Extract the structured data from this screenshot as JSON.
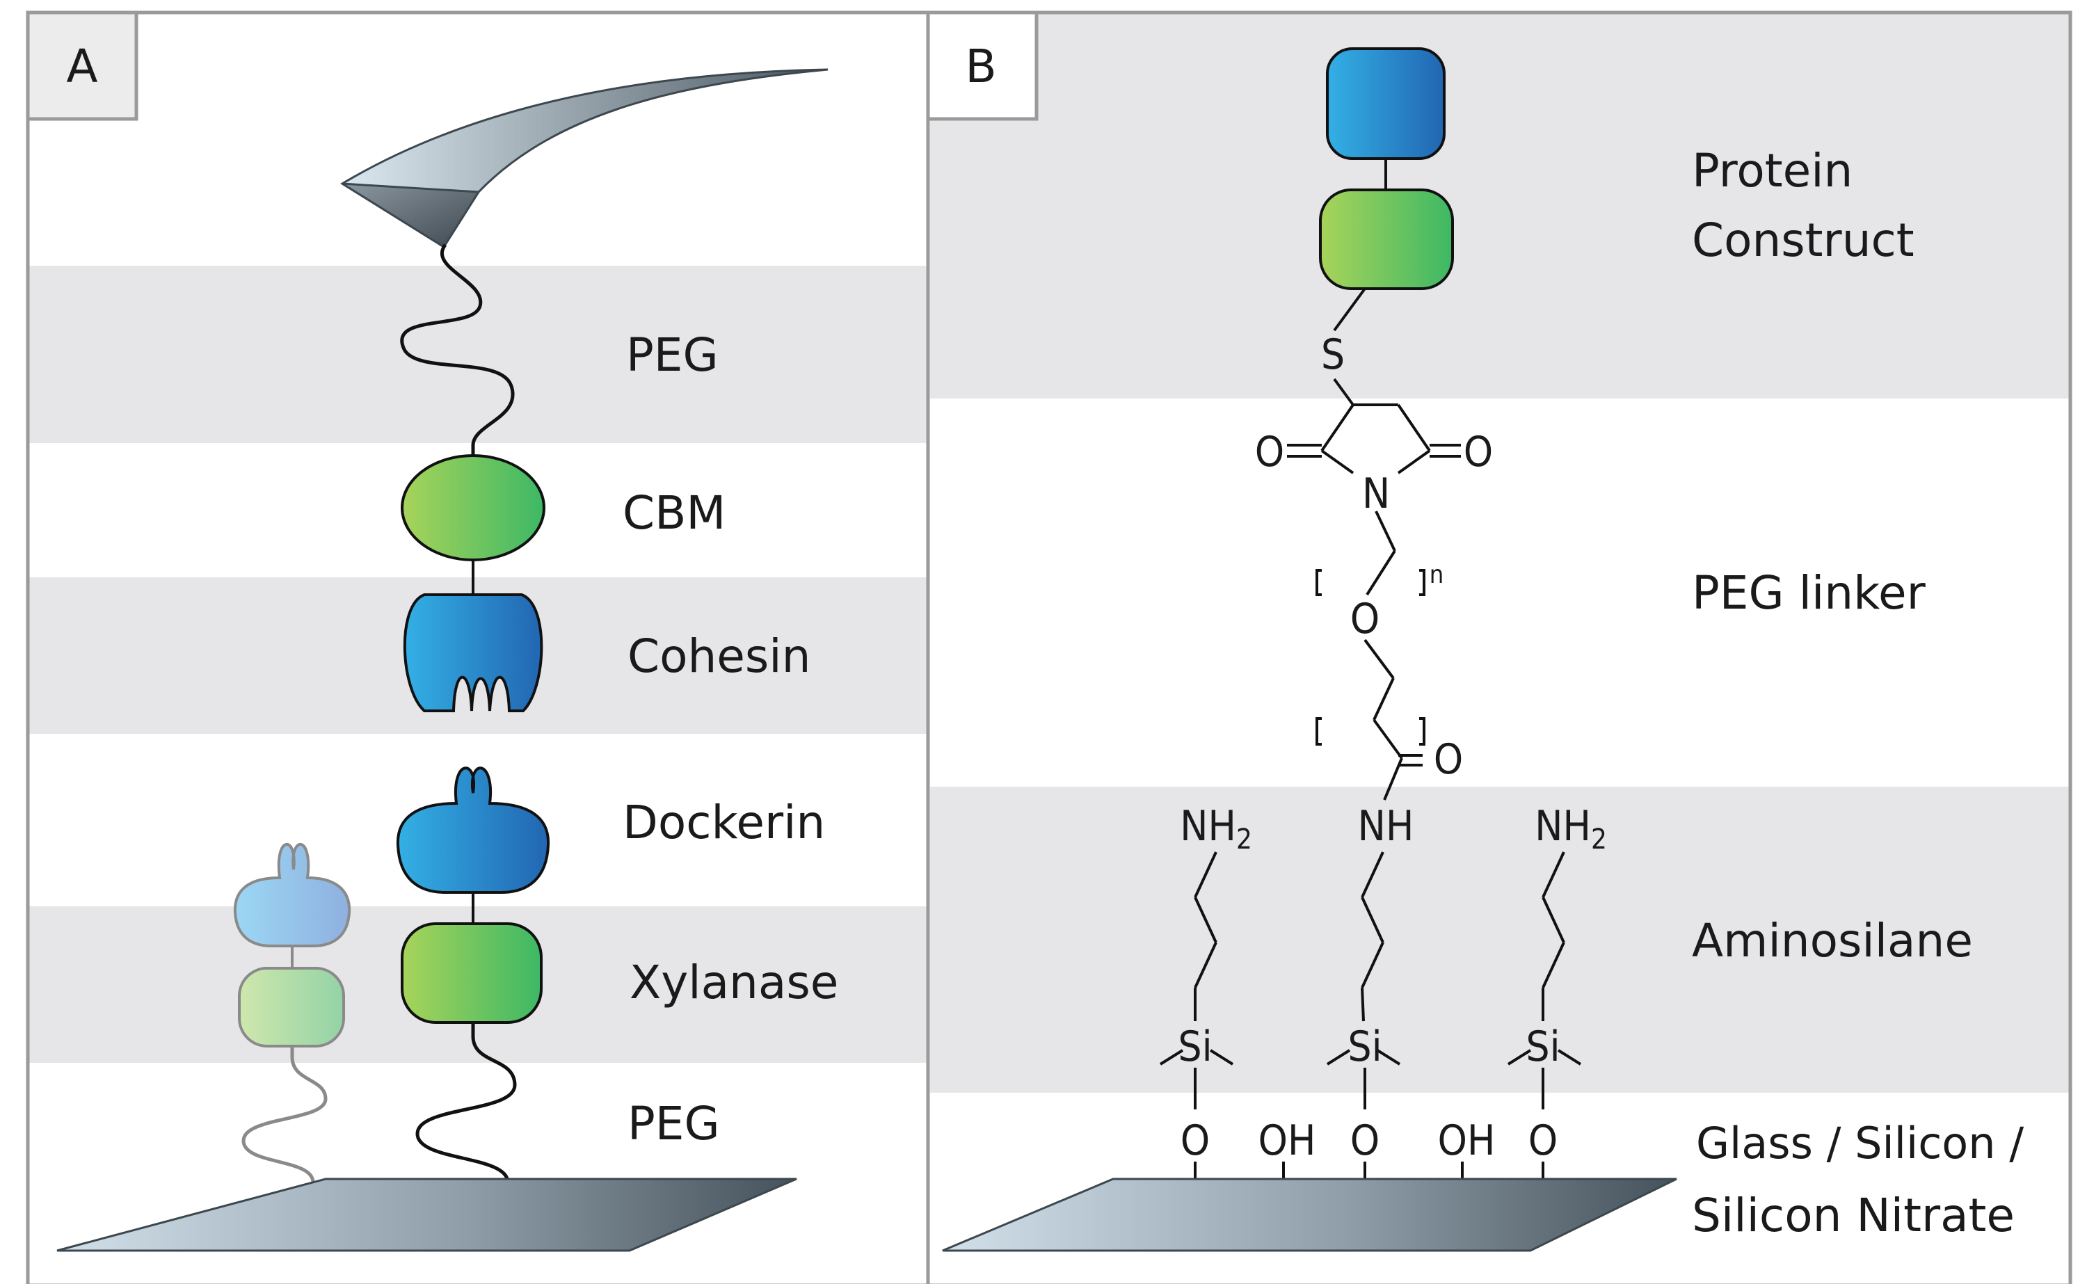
{
  "panel_a": {
    "letter": "A",
    "labels": {
      "peg_top": "PEG",
      "cbm": "CBM",
      "cohesin": "Cohesin",
      "dockerin": "Dockerin",
      "xylanase": "Xylanase",
      "peg_bottom": "PEG"
    }
  },
  "panel_b": {
    "letter": "B",
    "labels": {
      "protein_line1": "Protein",
      "protein_line2": "Construct",
      "peg_linker": "PEG linker",
      "aminosilane": "Aminosilane",
      "surface_line1": "Glass / Silicon /",
      "surface_line2": "Silicon Nitrate"
    },
    "chem": {
      "s": "S",
      "o_left": "O",
      "o_right": "O",
      "n": "N",
      "n_sub": "n",
      "o_chain": "O",
      "o_amide": "O",
      "nh_center": "NH",
      "nh2_left": "NH",
      "nh2_left_sub": "2",
      "nh2_right": "NH",
      "nh2_right_sub": "2",
      "si_left": "Si",
      "si_center": "Si",
      "si_right": "Si",
      "o_si_left": "O",
      "o_si_center": "O",
      "o_si_right": "O",
      "oh_left": "OH",
      "oh_right": "OH"
    }
  },
  "colors": {
    "band_gray": "#e6e6e8",
    "border": "#9a9a9a",
    "green_light": "#a6d35a",
    "green_dark": "#3fb866",
    "blue_light": "#35aee3",
    "blue_dark": "#2266b4",
    "surface_light": "#c8d8e2",
    "surface_dark": "#4d5a63"
  }
}
